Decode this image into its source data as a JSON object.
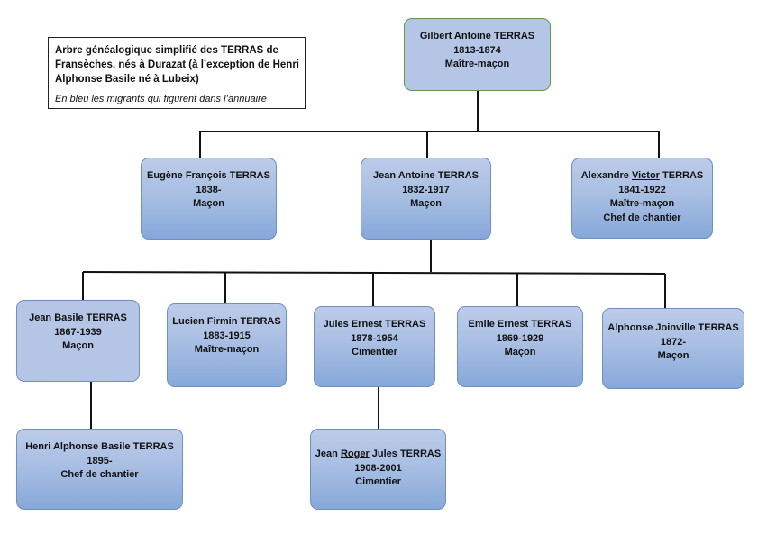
{
  "legend": {
    "title": "Arbre généalogique simplifié des TERRAS de Fransèches, nés à Durazat (à l’exception de Henri Alphonse Basile né à Lubeix)",
    "note": "En bleu les migrants qui figurent dans l’annuaire"
  },
  "colors": {
    "line": "#111111",
    "node_fill": "#b4c5e6",
    "node_border": "#6f8fc0",
    "root_border": "#5e9c4c"
  },
  "nodes": {
    "gilbert": {
      "name": "Gilbert Antoine TERRAS",
      "dates": "1813-1874",
      "role": "Maître-maçon"
    },
    "eugene": {
      "name": "Eugène François TERRAS",
      "dates": "1838-",
      "role": "Maçon"
    },
    "jean_antoine": {
      "name": "Jean Antoine TERRAS",
      "dates": "1832-1917",
      "role": "Maçon"
    },
    "alexandre": {
      "name_pre": "Alexandre ",
      "name_mid": "Victor",
      "name_post": " TERRAS",
      "dates": "1841-1922",
      "role": "Maître-maçon",
      "role2": "Chef de chantier"
    },
    "jean_basile": {
      "name": "Jean Basile TERRAS",
      "dates": "1867-1939",
      "role": "Maçon"
    },
    "lucien": {
      "name": "Lucien Firmin TERRAS",
      "dates": "1883-1915",
      "role": "Maître-maçon"
    },
    "jules": {
      "name": "Jules Ernest TERRAS",
      "dates": "1878-1954",
      "role": "Cimentier"
    },
    "emile": {
      "name": "Emile Ernest TERRAS",
      "dates": "1869-1929",
      "role": "Maçon"
    },
    "alphonse": {
      "name": "Alphonse Joinville TERRAS",
      "dates": "1872-",
      "role": "Maçon"
    },
    "henri": {
      "name": "Henri Alphonse Basile TERRAS",
      "dates": "1895-",
      "role": "Chef de chantier"
    },
    "jean_roger": {
      "name_pre": "Jean ",
      "name_mid": "Roger",
      "name_post": " Jules TERRAS",
      "dates": "1908-2001",
      "role": "Cimentier"
    }
  }
}
